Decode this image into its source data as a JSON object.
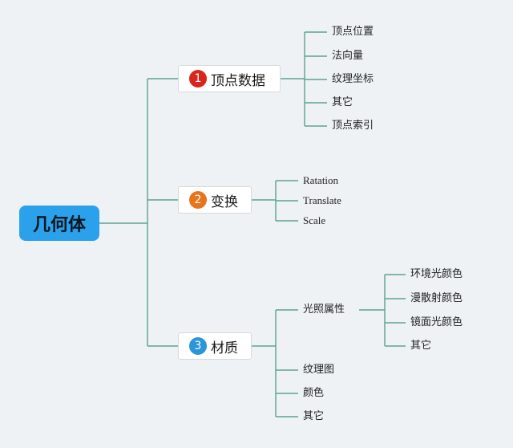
{
  "root": {
    "label": "几何体",
    "color": "#2aa1ea"
  },
  "line_color": "#5aa392",
  "branches": [
    {
      "number": "1",
      "label": "顶点数据",
      "badge_color": "#d9261c",
      "leaves": [
        "顶点位置",
        "法向量",
        "纹理坐标",
        "其它",
        "顶点索引"
      ]
    },
    {
      "number": "2",
      "label": "变换",
      "badge_color": "#e8741c",
      "leaves": [
        "Ratation",
        "Translate",
        "Scale"
      ]
    },
    {
      "number": "3",
      "label": "材质",
      "badge_color": "#2a95d8",
      "leaves": [
        "光照属性",
        "纹理图",
        "颜色",
        "其它"
      ],
      "sub": {
        "parent": "光照属性",
        "leaves": [
          "环境光颜色",
          "漫散射颜色",
          "镜面光颜色",
          "其它"
        ]
      }
    }
  ]
}
